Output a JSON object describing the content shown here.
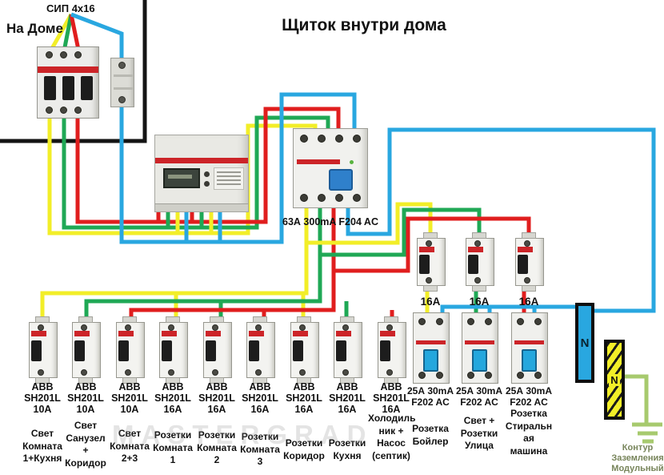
{
  "colors": {
    "yellow": "#f2ee28",
    "green": "#1fa855",
    "red": "#e01e1e",
    "blue": "#29a7e0",
    "ground": "#a7ca6e"
  },
  "title": "Щиток внутри дома",
  "outside": {
    "area": "На Доме",
    "cable": "СИП 4x16"
  },
  "main_rcd_label": "63А 300mA F204 AC",
  "breakers": [
    {
      "model": "ABB\nSH201L\n10А",
      "desc": "Свет\nКомната\n1+Кухня"
    },
    {
      "model": "ABB\nSH201L\n10А",
      "desc": "Свет\nСанузел\n+\nКоридор"
    },
    {
      "model": "ABB\nSH201L\n10А",
      "desc": "Свет\nКомната\n2+3"
    },
    {
      "model": "ABB\nSH201L\n16А",
      "desc": "Розетки\nКомната\n1"
    },
    {
      "model": "ABB\nSH201L\n16А",
      "desc": "Розетки\nКомната\n2"
    },
    {
      "model": "ABB\nSH201L\n16А",
      "desc": "Розетки\nКомната\n3"
    },
    {
      "model": "ABB\nSH201L\n16А",
      "desc": "Розетки\nКоридор"
    },
    {
      "model": "ABB\nSH201L\n16А",
      "desc": "Розетки\nКухня"
    },
    {
      "model": "ABB\nSH201L\n16А",
      "desc": "Холодиль\nник +\nНасос\n(септик)"
    }
  ],
  "sub_circuits": [
    {
      "breaker": "16А",
      "rcd": "25А 30mA\nF202 AC",
      "desc": "Розетка\nБойлер"
    },
    {
      "breaker": "16А",
      "rcd": "25А 30mA\nF202 AC",
      "desc": "Свет +\nРозетки\nУлица"
    },
    {
      "breaker": "16А",
      "rcd": "25А 30mA\nF202 AC",
      "desc": "Розетка\nСтиральн\nая\nмашина"
    }
  ],
  "neutral_bus_label": "N",
  "ground_bus_label": "N",
  "ground_caption": "Контур\nЗаземления\nМодульный",
  "watermark": "MASTERGRAD"
}
